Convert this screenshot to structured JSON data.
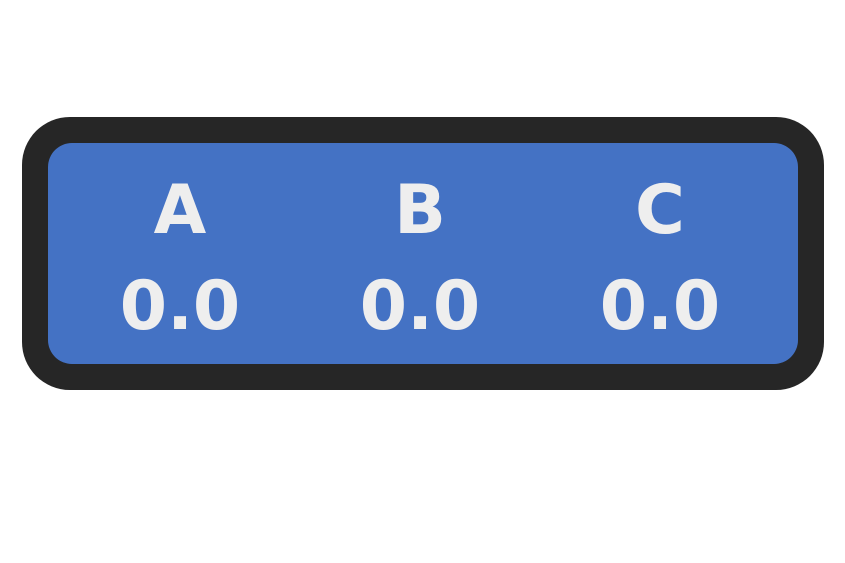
{
  "display": {
    "colors": {
      "frame": "#262626",
      "panel": "#4472c4",
      "text": "#eeeeee"
    },
    "channels": [
      {
        "label": "A",
        "value": "0.0"
      },
      {
        "label": "B",
        "value": "0.0"
      },
      {
        "label": "C",
        "value": "0.0"
      }
    ]
  }
}
